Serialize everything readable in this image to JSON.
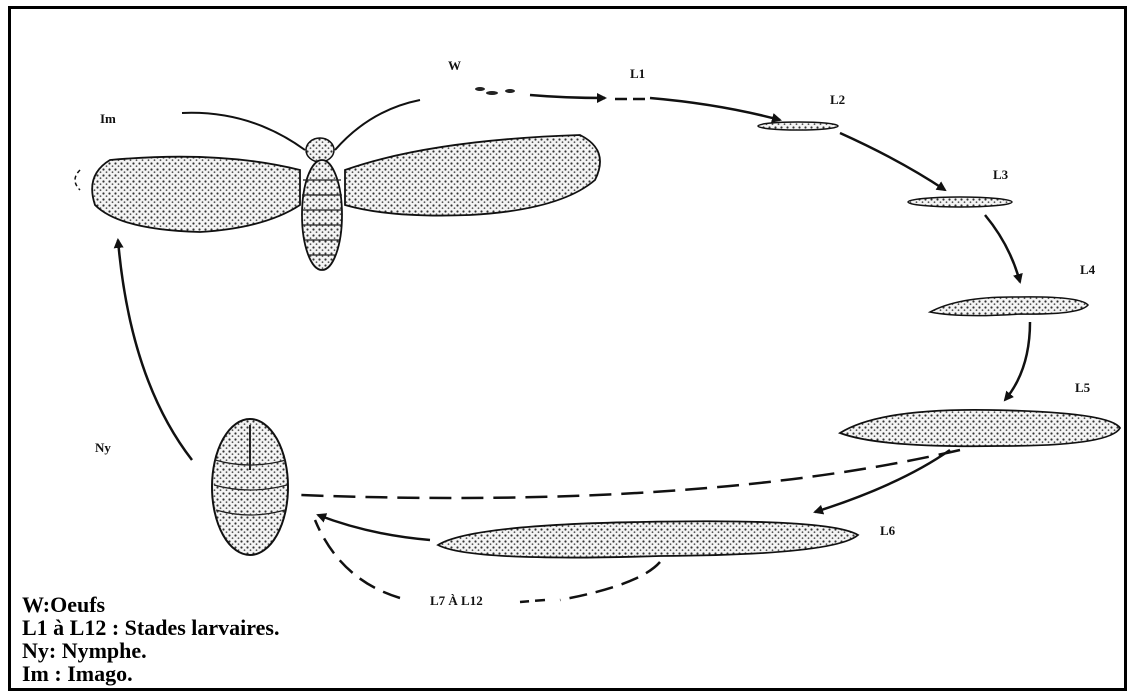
{
  "labels": {
    "w": "W",
    "l1": "L1",
    "l2": "L2",
    "l3": "L3",
    "l4": "L4",
    "l5": "L5",
    "l6": "L6",
    "l7_l12": "L7 À L12",
    "ny": "Ny",
    "im": "Im"
  },
  "legend": {
    "line1": "W:Oeufs",
    "line2": "L1 à L12 : Stades larvaires.",
    "line3": "Ny: Nymphe.",
    "line4": "Im : Imago."
  }
}
